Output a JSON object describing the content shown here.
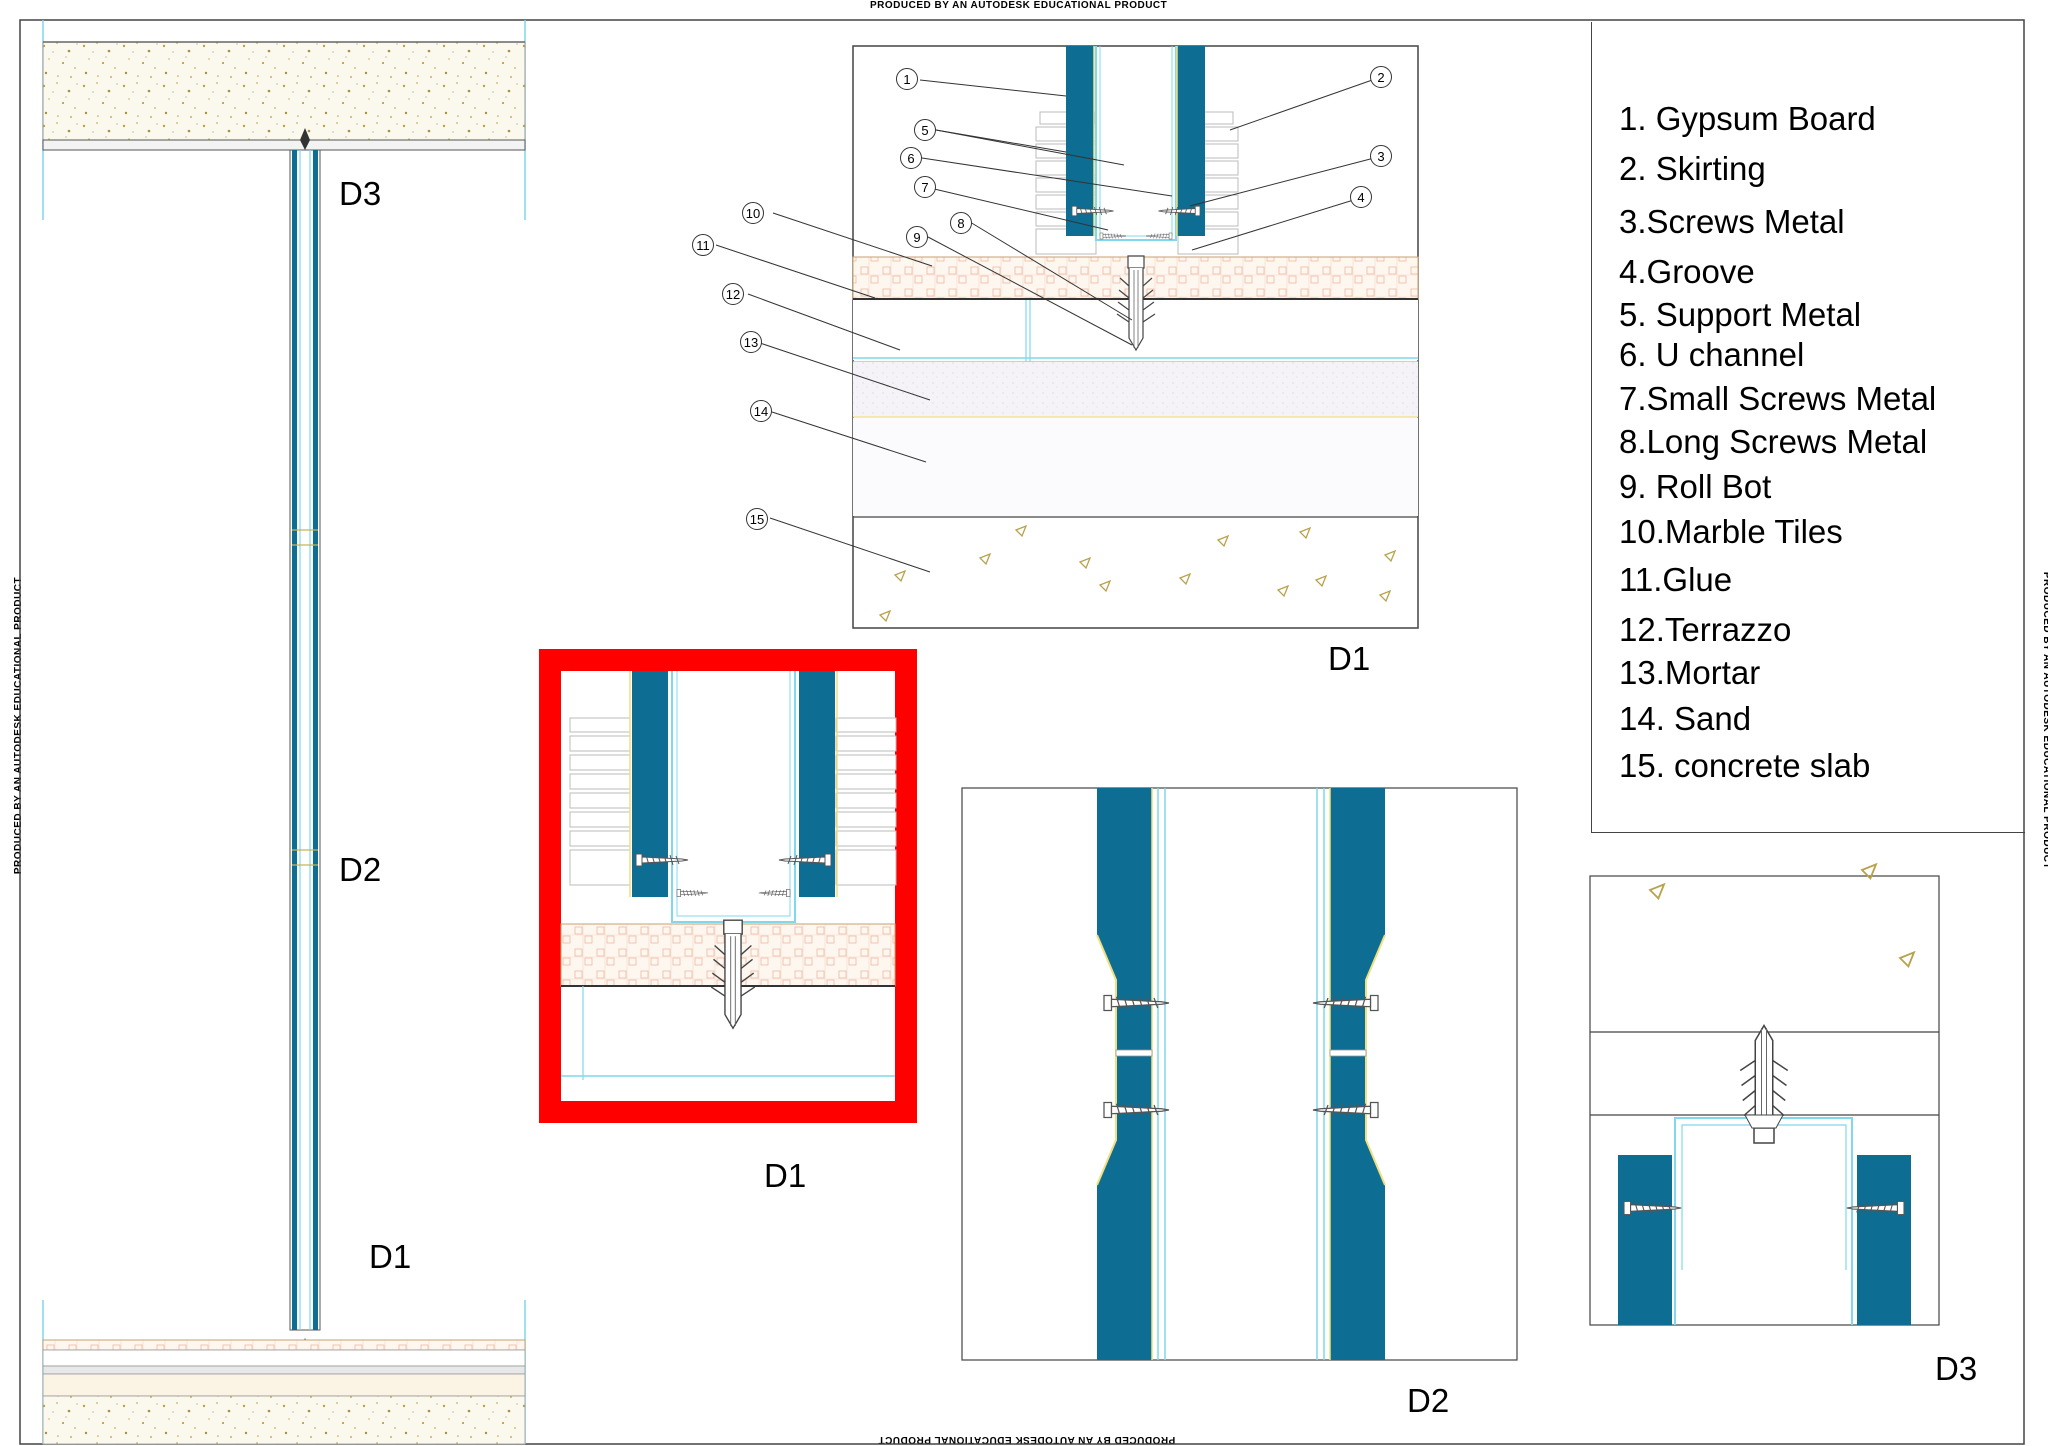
{
  "watermark": "PRODUCED BY AN AUTODESK EDUCATIONAL PRODUCT",
  "detail_labels": {
    "section_d3": "D3",
    "section_d2": "D2",
    "section_d1": "D1",
    "top_detail": "D1",
    "red_detail": "D1",
    "mid_detail": "D2",
    "right_detail": "D3"
  },
  "callouts": [
    "1",
    "2",
    "3",
    "4",
    "5",
    "6",
    "7",
    "8",
    "9",
    "10",
    "11",
    "12",
    "13",
    "14",
    "15"
  ],
  "legend": [
    "1. Gypsum Board",
    "2. Skirting",
    "3.Screws Metal",
    "4.Groove",
    "5. Support Metal",
    "6. U channel",
    "7.Small Screws Metal",
    "8.Long Screws Metal",
    "9.  Roll Bot",
    "10.Marble Tiles",
    "11.Glue",
    "12.Terrazzo",
    "13.Mortar",
    "14. Sand",
    "15. concrete slab"
  ],
  "colors": {
    "gypsum_board": "#0e6d93",
    "u_channel": "#7fd8ec",
    "marble_tile": "#f3c9b6",
    "concrete_aggregate": "#c8b25a",
    "highlight_frame": "#ff0000"
  }
}
